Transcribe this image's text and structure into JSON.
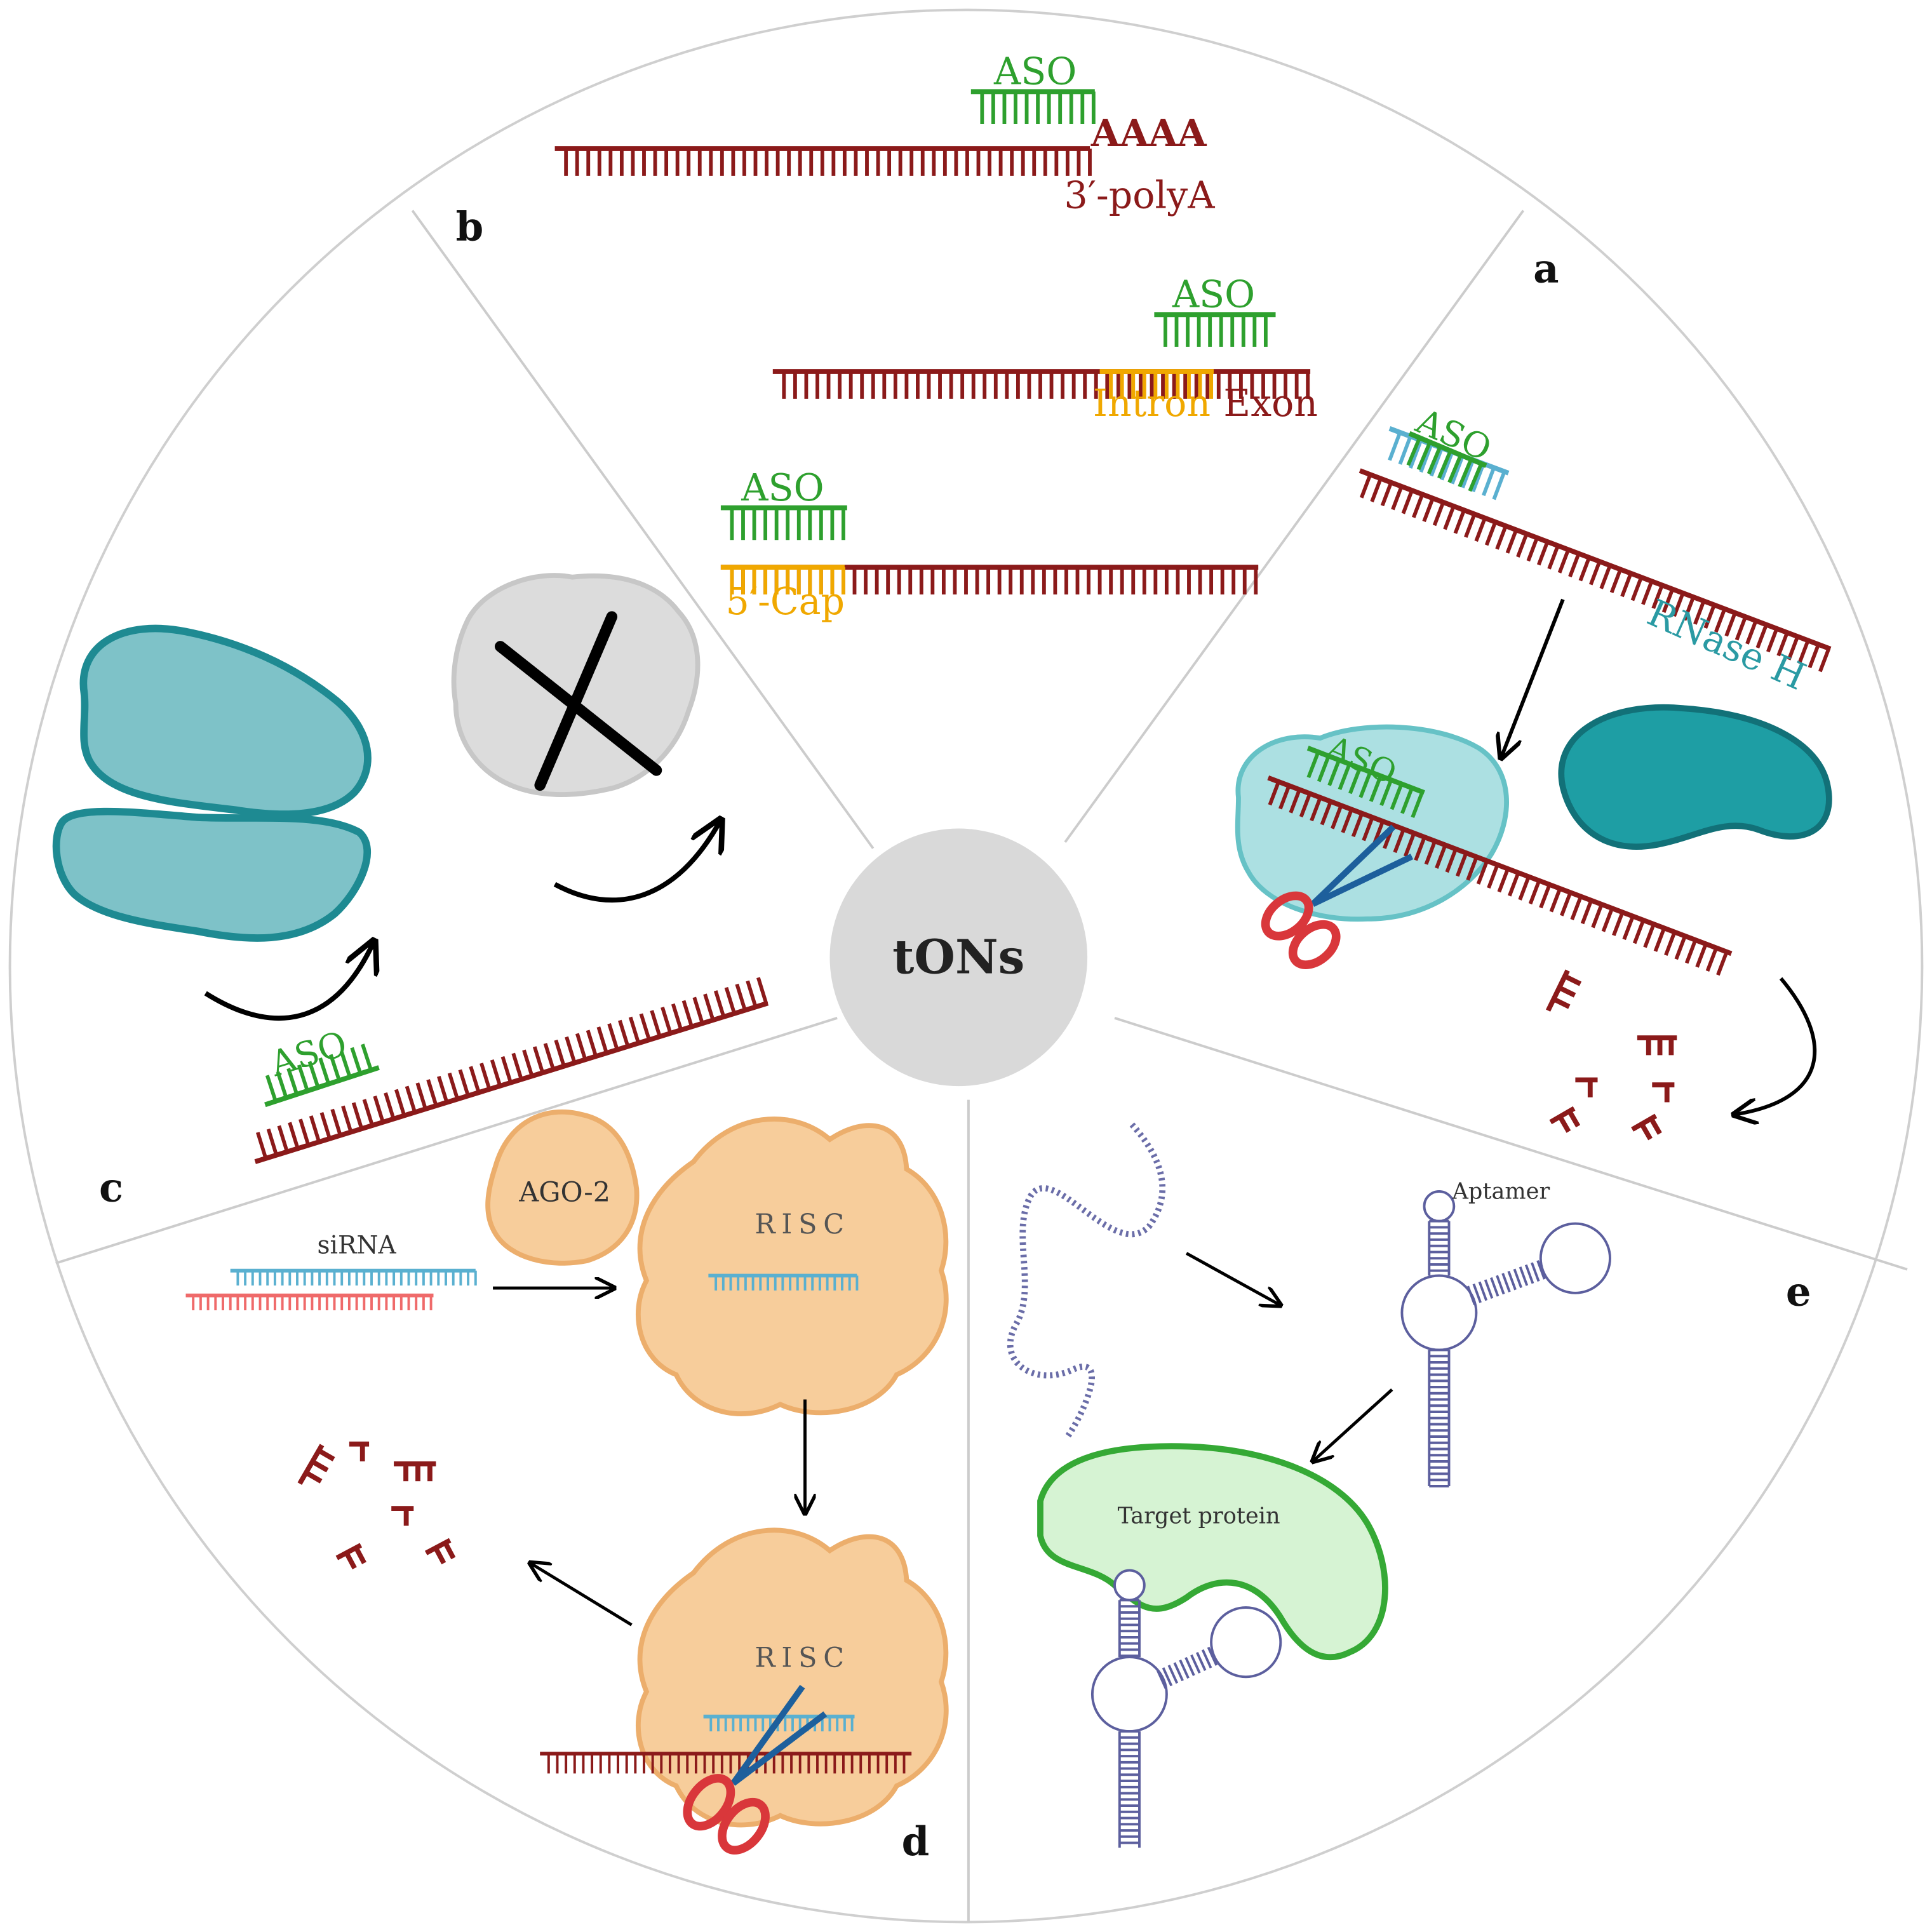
{
  "center": {
    "label": "tONs"
  },
  "panels": {
    "a": {
      "letter": "a",
      "aso_label": "ASO",
      "enzyme_label": "RNase H",
      "bound_aso_label": "ASO"
    },
    "b": {
      "letter": "b",
      "row1": {
        "aso_label": "ASO",
        "tail_text": "AAAA",
        "tail_caption": "3′-polyA"
      },
      "row2": {
        "aso_label": "ASO",
        "intron_label": "Intron",
        "exon_label": "Exon"
      },
      "row3": {
        "aso_label": "ASO",
        "cap_label": "5′-Cap"
      }
    },
    "c": {
      "letter": "c",
      "aso_label": "ASO"
    },
    "d": {
      "letter": "d",
      "sirna_label": "siRNA",
      "ago_label": "AGO-2",
      "risc_label": "RISC",
      "risc_label_2": "RISC"
    },
    "e": {
      "letter": "e",
      "aptamer_label": "Aptamer",
      "target_label": "Target protein"
    }
  },
  "colors": {
    "mrna": "#8b1a1a",
    "aso": "#2ea02e",
    "intron_cap": "#f0a800",
    "teal": "#2a9aa3",
    "teal_dark": "#1d6f78",
    "teal_fill": "#7fc4c9",
    "sirna_blue": "#5ab0d0",
    "sirna_red": "#ef6a6a",
    "risc_fill": "#f7cd9b",
    "aptamer": "#5c5f9e",
    "target_fill": "#d6f3d3",
    "target_stroke": "#35a935",
    "divider": "#cccccc",
    "hub": "#d9d9d9"
  }
}
